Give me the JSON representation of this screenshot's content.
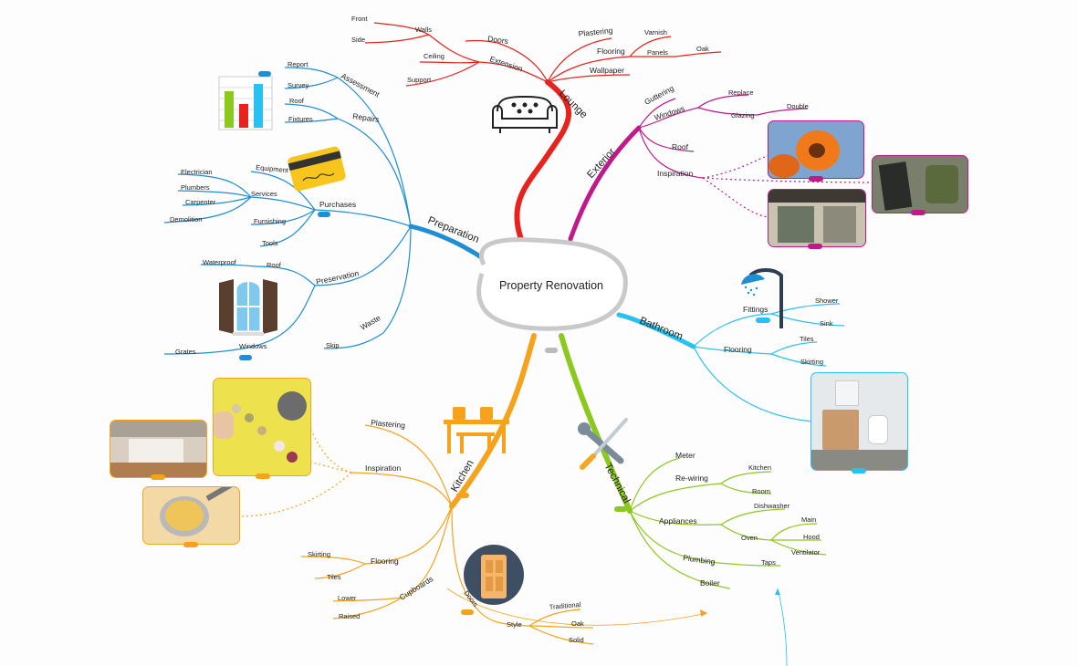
{
  "central": {
    "label": "Property Renovation"
  },
  "branches": {
    "lounge": {
      "label": "Lounge",
      "color": "#e8231d",
      "doors": "Doors",
      "walls": "Walls",
      "front": "Front",
      "side": "Side",
      "extension": "Extension",
      "ceiling": "Ceiling",
      "support": "Support",
      "plastering": "Plastering",
      "flooring": "Flooring",
      "varnish": "Varnish",
      "panels": "Panels",
      "oak": "Oak",
      "wallpaper": "Wallpaper"
    },
    "exterior": {
      "label": "Exterior",
      "color": "#c0198c",
      "guttering": "Guttering",
      "windows": "Windows",
      "replace": "Replace",
      "glazing": "Glazing",
      "double": "Double",
      "roof": "Roof",
      "inspiration": "Inspiration"
    },
    "bathroom": {
      "label": "Bathroom",
      "color": "#29c1ef",
      "fittings": "Fittings",
      "shower": "Shower",
      "sink": "Sink",
      "flooring": "Flooring",
      "tiles": "Tiles",
      "skirting": "Skirting"
    },
    "technical": {
      "label": "Technical",
      "color": "#8cc91e",
      "meter": "Meter",
      "rewiring": "Re-wiring",
      "kitchen": "Kitchen",
      "room": "Room",
      "appliances": "Appliances",
      "dishwasher": "Dishwasher",
      "oven": "Oven",
      "main": "Main",
      "hood": "Hood",
      "ventilator": "Ventilator",
      "plumbing": "Plumbing",
      "taps": "Taps",
      "boiler": "Boiler"
    },
    "kitchen": {
      "label": "Kitchen",
      "color": "#f7a21b",
      "plastering": "Plastering",
      "inspiration": "Inspiration",
      "flooring": "Flooring",
      "skirting": "Skirting",
      "tiles": "Tiles",
      "cupboards": "Cupboards",
      "lower": "Lower",
      "raised": "Raised",
      "doors": "Doors",
      "style": "Style",
      "traditional": "Traditional",
      "oak": "Oak",
      "solid": "Solid"
    },
    "preparation": {
      "label": "Preparation",
      "color": "#1f8ed4",
      "assessment": "Assessment",
      "report": "Report",
      "survey": "Survey",
      "repairs": "Repairs",
      "roof": "Roof",
      "fixtures": "Fixtures",
      "purchases": "Purchases",
      "equipment": "Equipment",
      "services": "Services",
      "electrician": "Electrician",
      "plumbers": "Plumbers",
      "carpenter": "Carpenter",
      "demolition": "Demolition",
      "furnishing": "Furnishing",
      "tools": "Tools",
      "preservation": "Preservation",
      "waterproof": "Waterproof",
      "roof2": "Roof",
      "windows": "Windows",
      "grates": "Grates",
      "waste": "Waste",
      "skip": "Skip"
    }
  }
}
